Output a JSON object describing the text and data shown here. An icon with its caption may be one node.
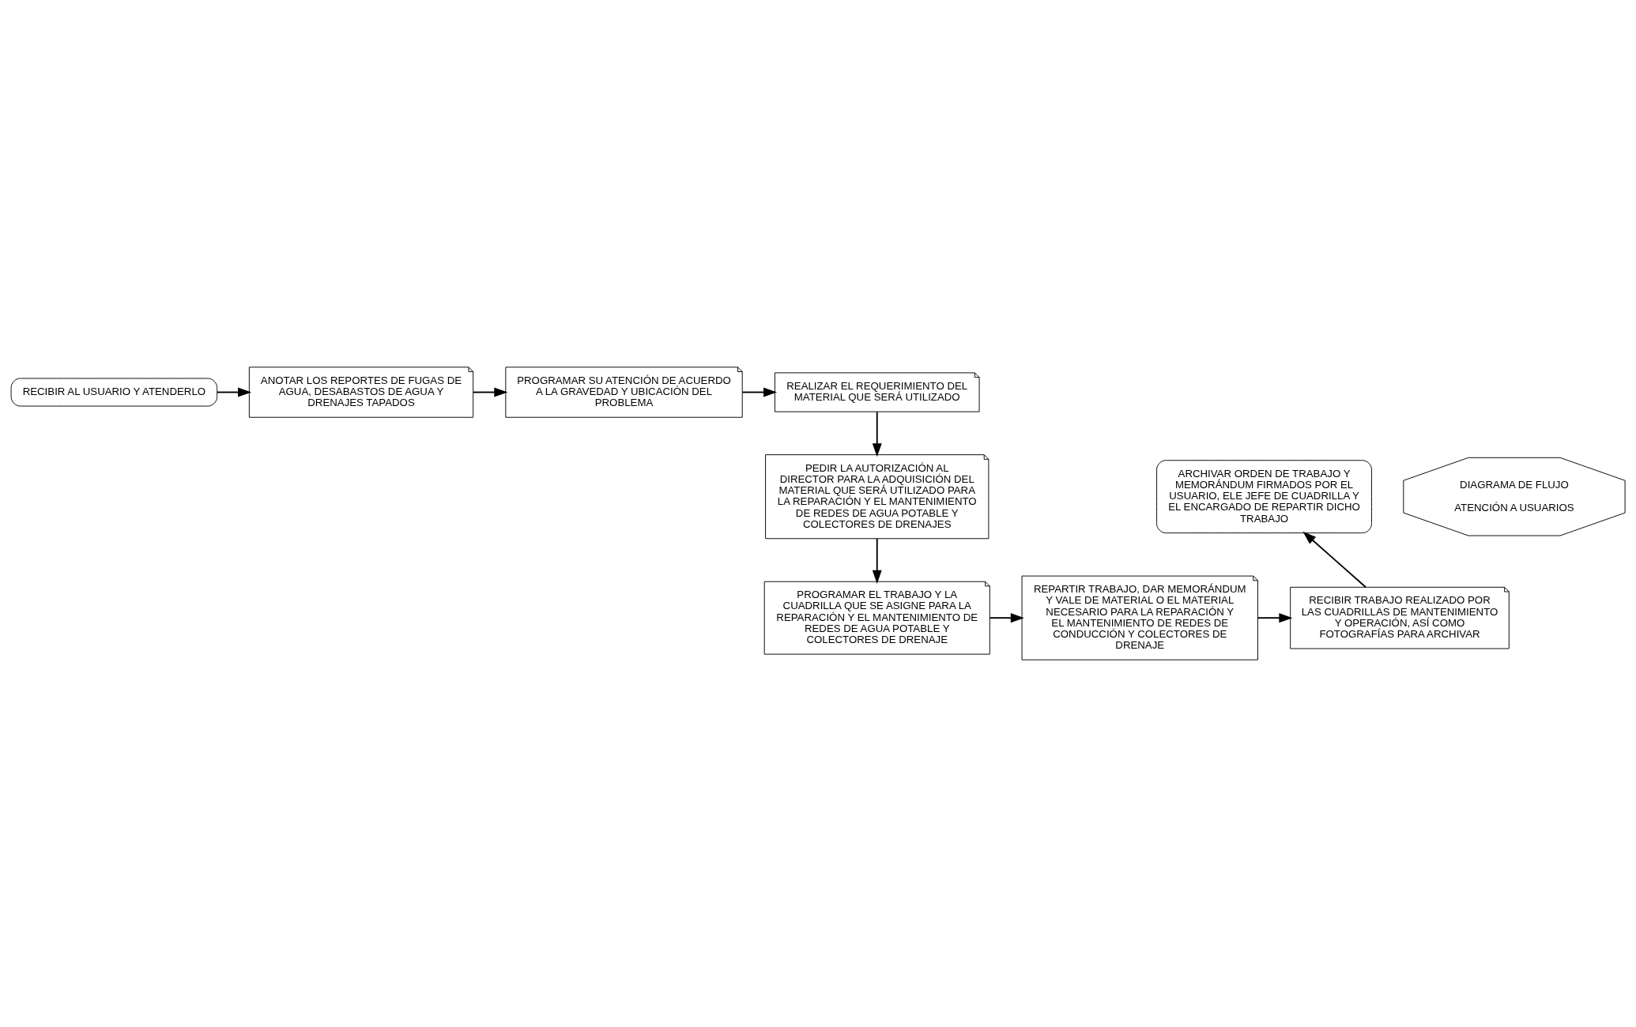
{
  "diagram": {
    "nodes": [
      {
        "text": [
          "RECIBIR AL USUARIO Y ATENDERLO"
        ]
      },
      {
        "text": [
          "ANOTAR LOS REPORTES DE FUGAS DE AGUA, DESABASTOS DE AGUA Y DRENAJES TAPADOS"
        ]
      },
      {
        "text": [
          "PROGRAMAR SU ATENCIÓN DE ACUERDO A LA GRAVEDAD Y UBICACIÓN DEL PROBLEMA"
        ]
      },
      {
        "text": [
          "REALIZAR EL REQUERIMIENTO DEL MATERIAL QUE SERÁ UTILIZADO"
        ]
      },
      {
        "text": [
          "ARCHIVAR ORDEN DE TRABAJO Y MEMORÁNDUM FIRMADOS POR EL USUARIO, ELE JEFE DE CUADRILLA Y EL ENCARGADO DE REPARTIR DICHO TRABAJO"
        ]
      },
      {
        "text": [
          "DIAGRAMA DE FLUJO",
          "ATENCIÓN A USUARIOS"
        ]
      },
      {
        "text": [
          "PEDIR LA AUTORIZACIÓN AL DIRECTOR PARA LA ADQUISICIÓN DEL MATERIAL QUE SERÁ UTILIZADO PARA LA REPARACIÓN Y EL MANTENIMIENTO DE REDES DE AGUA POTABLE Y COLECTORES DE DRENAJES"
        ]
      },
      {
        "text": [
          "RECIBIR TRABAJO REALIZADO POR LAS CUADRILLAS DE MANTENIMIENTO Y OPERACIÓN, ASÍ COMO FOTOGRAFÍAS PARA ARCHIVAR"
        ]
      },
      {
        "text": [
          "REPARTIR TRABAJO, DAR MEMORÁNDUM Y VALE DE MATERIAL O EL MATERIAL NECESARIO PARA LA REPARACIÓN Y EL MANTENIMIENTO DE REDES DE CONDUCCIÓN Y COLECTORES DE DRENAJE"
        ]
      },
      {
        "text": [
          "PROGRAMAR EL TRABAJO Y LA CUADRILLA QUE SE ASIGNE PARA LA REPARACIÓN Y EL MANTENIMIENTO DE REDES DE AGUA POTABLE Y COLECTORES DE DRENAJE"
        ]
      }
    ],
    "edges": [
      {
        "from": 0,
        "to": 1,
        "arrow": "to"
      },
      {
        "from": 1,
        "to": 2,
        "arrow": "to"
      },
      {
        "from": 2,
        "to": 3,
        "arrow": "to"
      },
      {
        "from": 3,
        "to": 6,
        "arrow": "to"
      },
      {
        "from": 6,
        "to": 9,
        "arrow": "to"
      },
      {
        "from": 9,
        "to": 8,
        "arrow": "to"
      },
      {
        "from": 8,
        "to": 7,
        "arrow": "to"
      },
      {
        "from": 7,
        "to": 4,
        "arrow": "to"
      }
    ]
  }
}
